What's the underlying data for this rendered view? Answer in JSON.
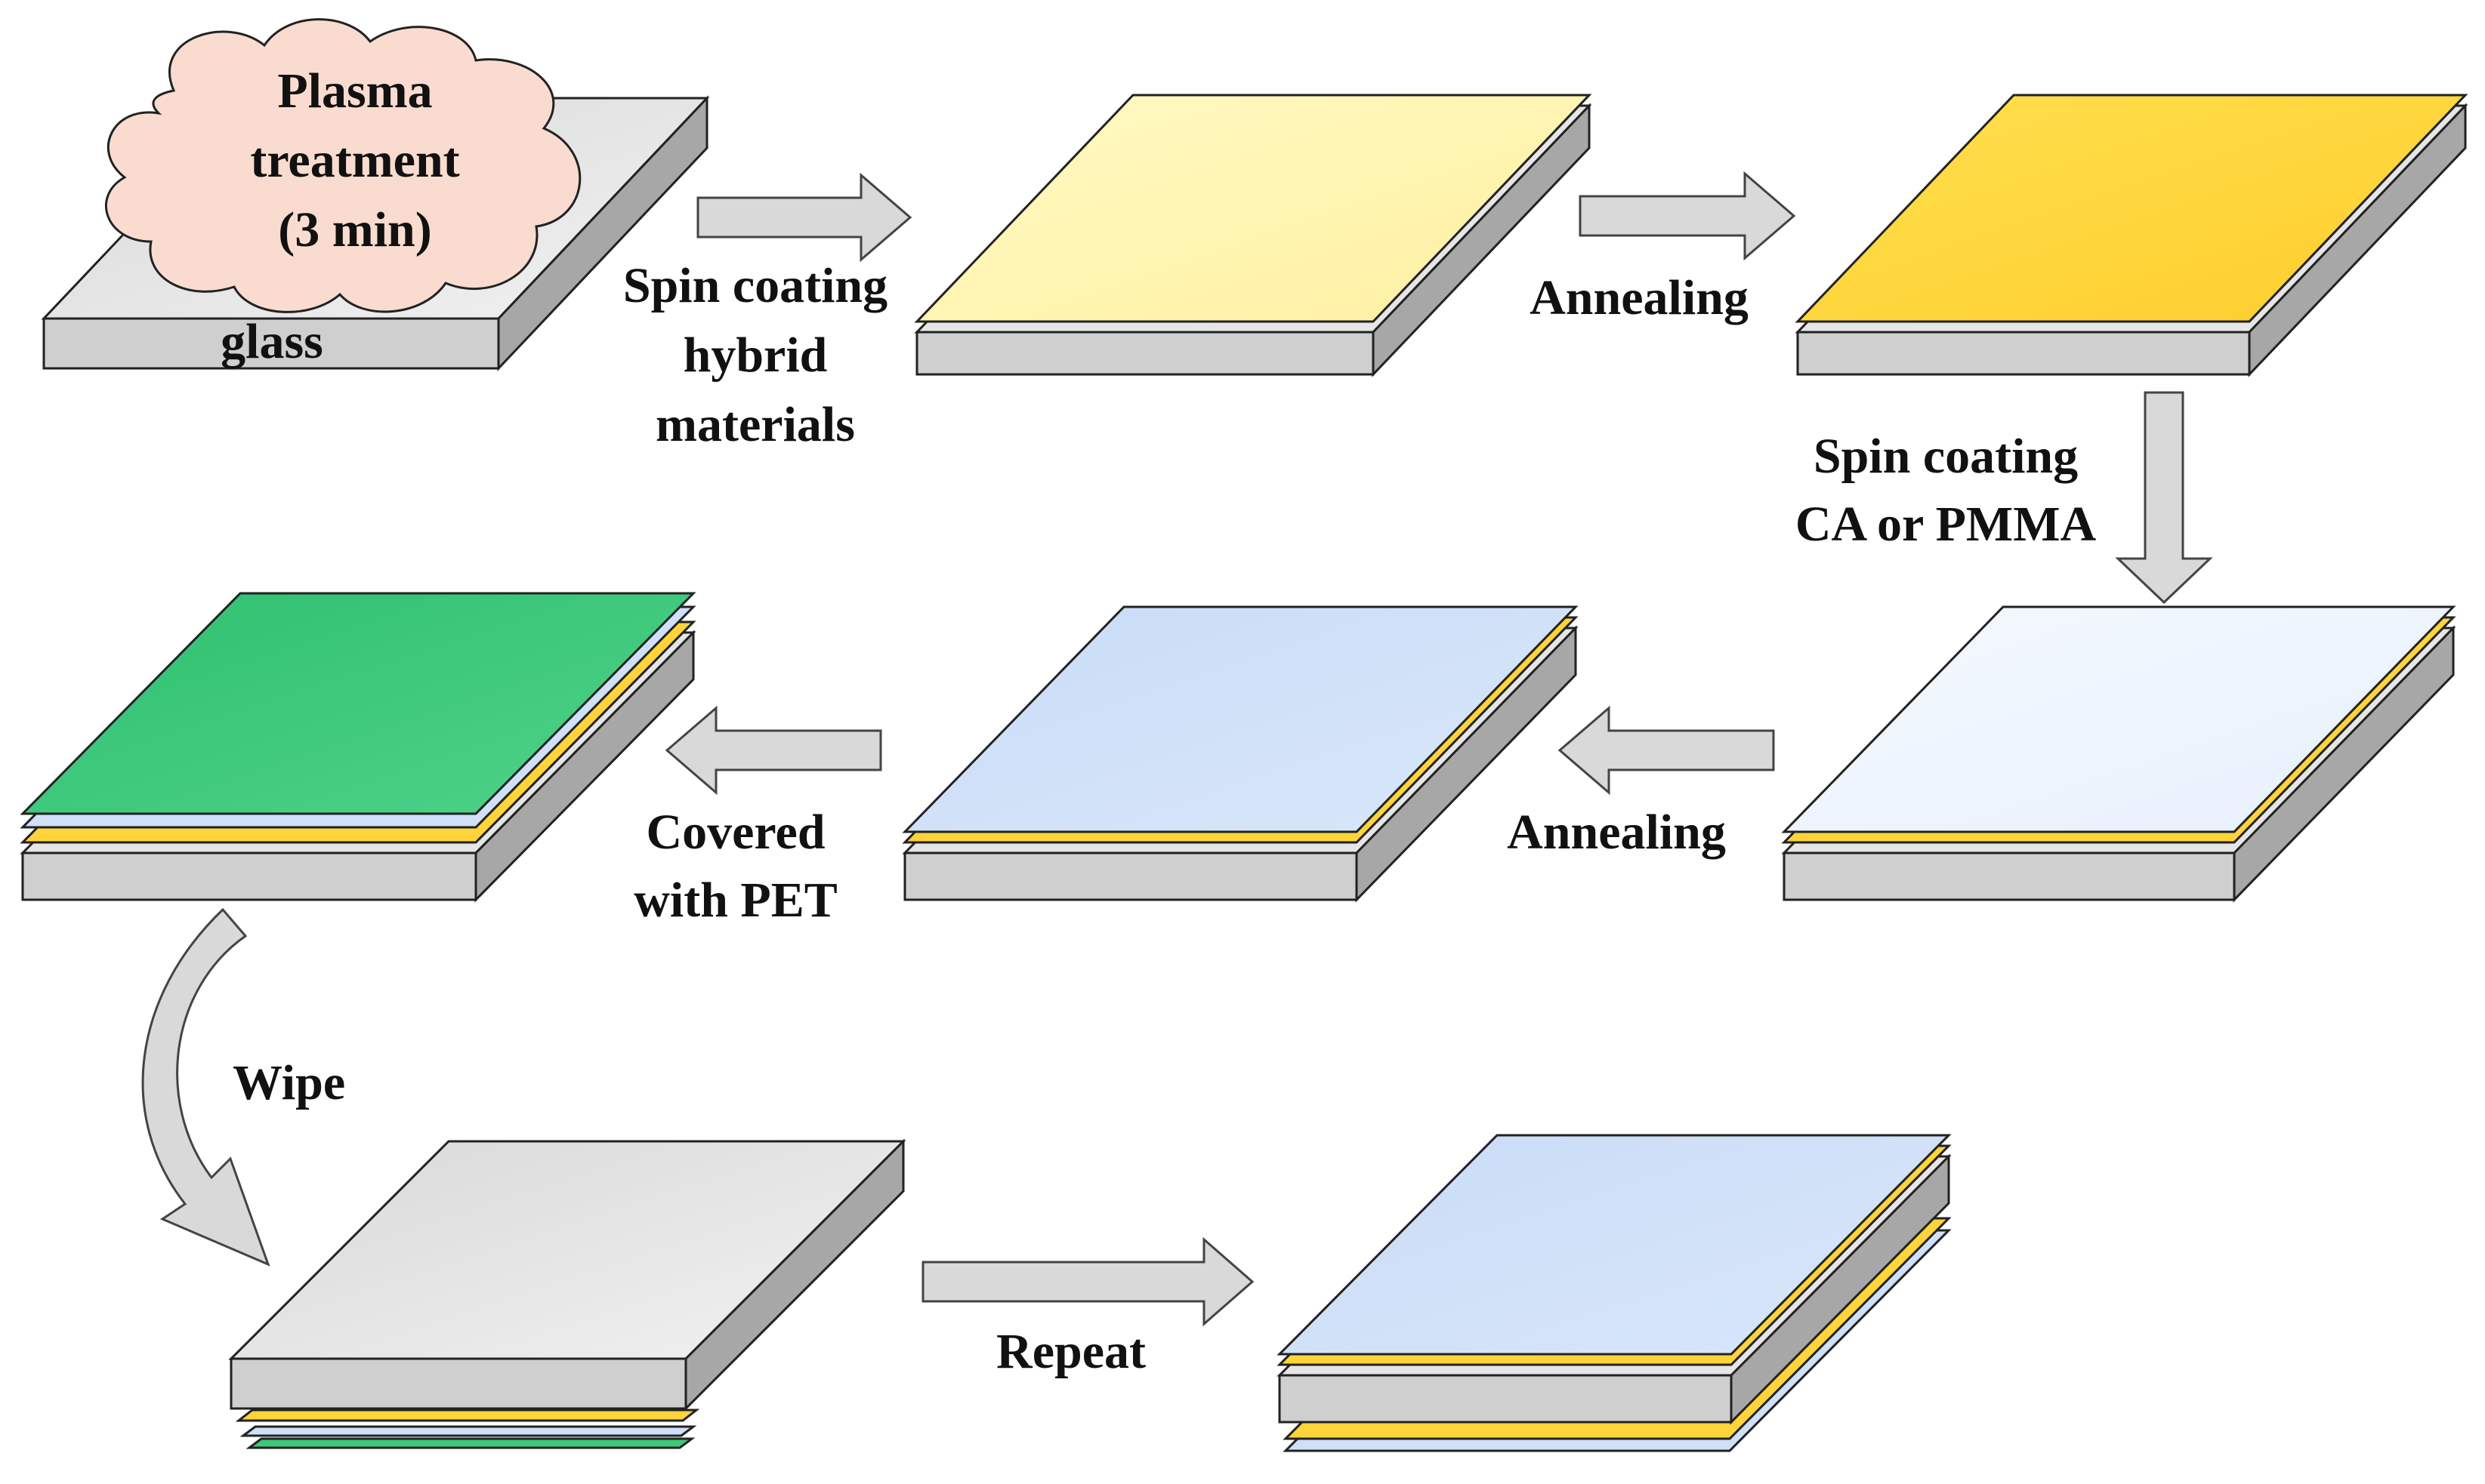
{
  "figure": {
    "substrate_label": "glass",
    "plasma_label_lines": [
      "Plasma",
      "treatment",
      "(3 min)"
    ],
    "steps": {
      "spin_coating_hybrid": [
        "Spin coating",
        "hybrid",
        "materials"
      ],
      "annealing_1": "Annealing",
      "spin_coating_ca": [
        "Spin coating",
        "CA or PMMA"
      ],
      "annealing_2": "Annealing",
      "covered_pet": [
        "Covered",
        "with PET"
      ],
      "wipe": "Wipe",
      "repeat": "Repeat"
    }
  },
  "colors": {
    "glass_top": "#e6e6e6",
    "glass_front": "#d0cfcf",
    "glass_side": "#a7a7a7",
    "hybrid_light": "#fff7b8",
    "hybrid_annealed": "#ffd43a",
    "ca_pmma_wet": "#eef5ff",
    "ca_pmma_annealed": "#cfe0f8",
    "pet_green": "#3ec879",
    "cloud_fill": "#f9dccf",
    "arrow_fill": "#d9d9d9",
    "outline": "#222222"
  }
}
